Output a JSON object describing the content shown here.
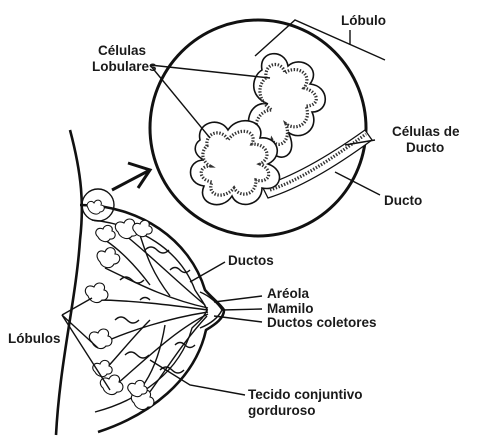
{
  "labels": {
    "lobulo": "Lóbulo",
    "celulas_lobulares_1": "Células",
    "celulas_lobulares_2": "Lobulares",
    "celulas_ducto_1": "Células de",
    "celulas_ducto_2": "Ducto",
    "ducto": "Ducto",
    "ductos": "Ductos",
    "areola": "Aréola",
    "mamilo": "Mamilo",
    "ductos_coletores": "Ductos coletores",
    "lobulos": "Lóbulos",
    "tecido_1": "Tecido conjuntivo",
    "tecido_2": "gorduroso"
  }
}
